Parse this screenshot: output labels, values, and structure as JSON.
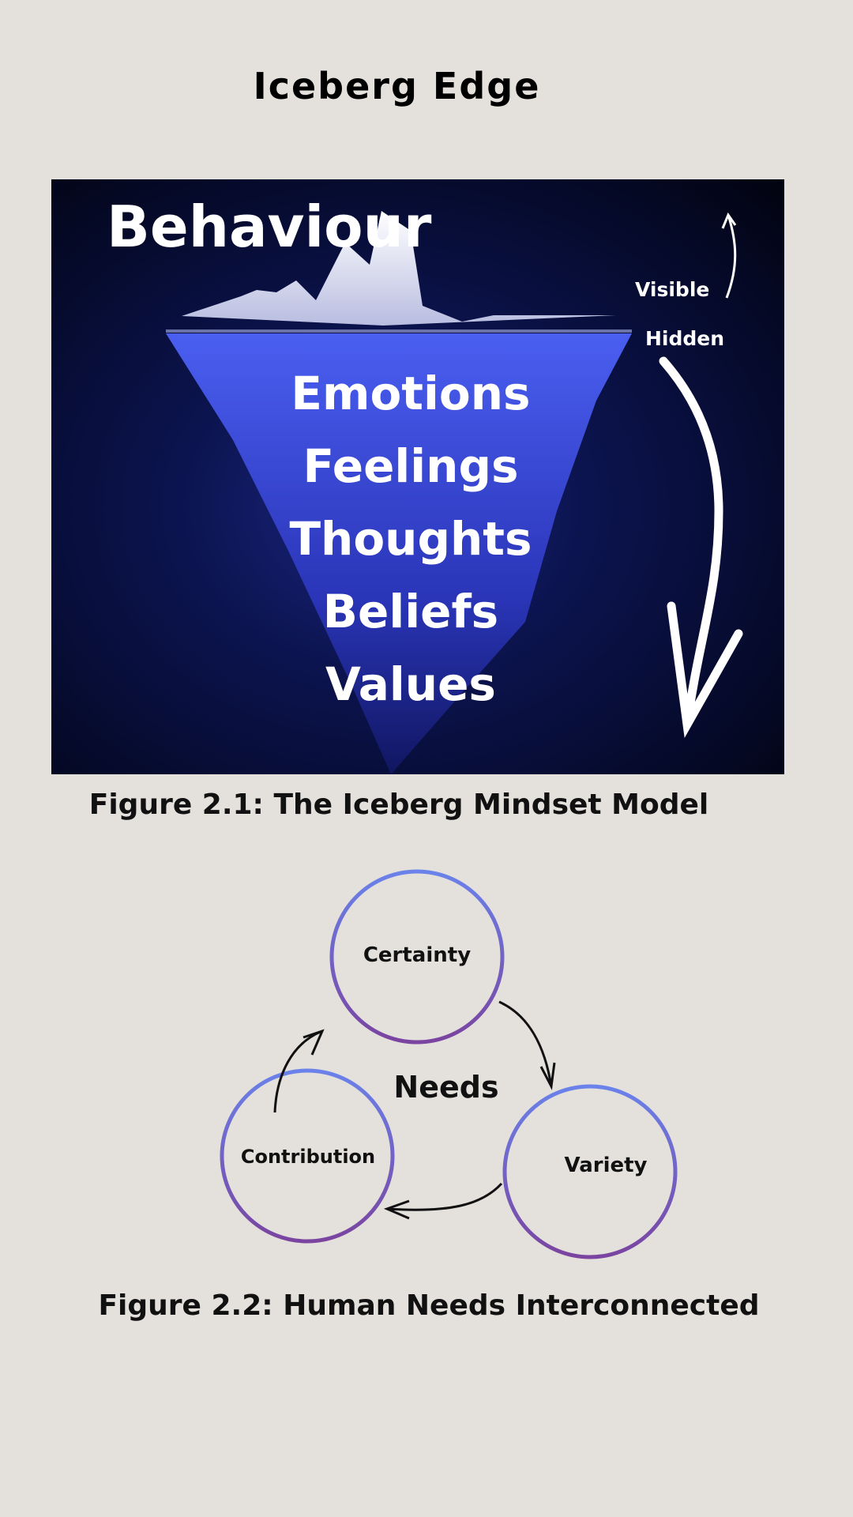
{
  "header": {
    "title": "Iceberg Edge"
  },
  "figure1": {
    "top_label": "Behaviour",
    "visible_label": "Visible",
    "hidden_label": "Hidden",
    "layers": [
      "Emotions",
      "Feelings",
      "Thoughts",
      "Beliefs",
      "Values"
    ],
    "caption": "Figure 2.1: The Iceberg Mindset Model"
  },
  "figure2": {
    "center_label": "Needs",
    "nodes": [
      "Certainty",
      "Variety",
      "Contribution"
    ],
    "caption": "Figure 2.2: Human Needs Interconnected",
    "colors": {
      "circle_top": "#6a82ea",
      "circle_bottom": "#7a44a0"
    }
  }
}
